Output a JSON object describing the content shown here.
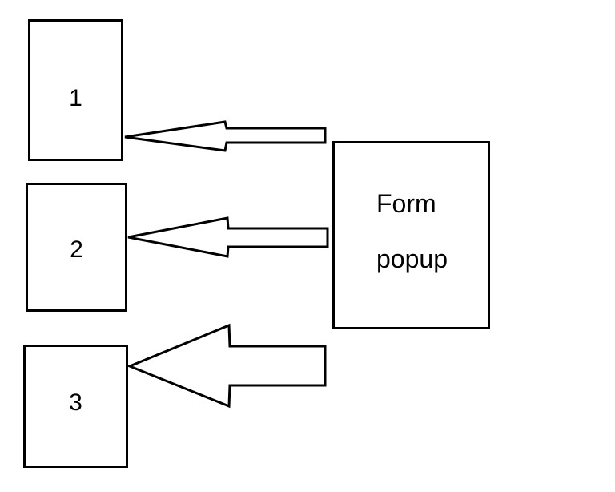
{
  "boxes": [
    {
      "label": "1"
    },
    {
      "label": "2"
    },
    {
      "label": "3"
    }
  ],
  "form_popup": {
    "line1": "Form",
    "line2": "popup"
  },
  "colors": {
    "stroke": "#000000",
    "background": "#ffffff"
  }
}
